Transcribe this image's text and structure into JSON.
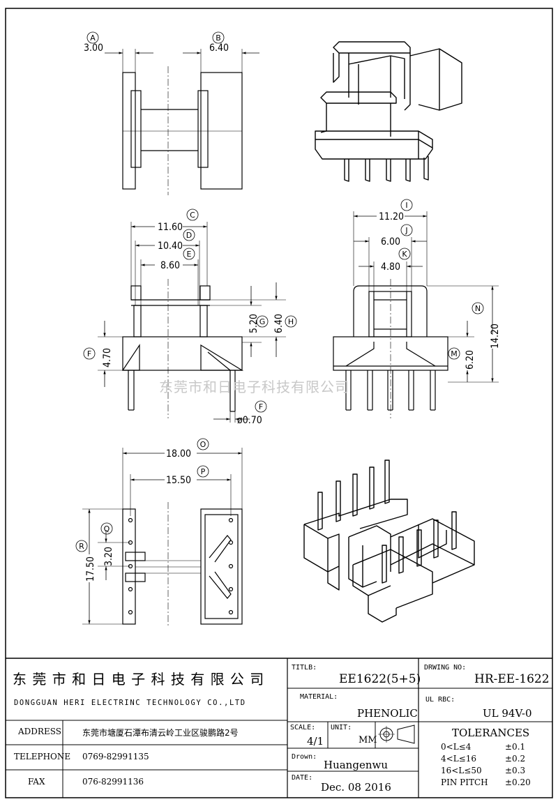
{
  "watermark": "东莞市和日电子科技有限公司",
  "top_view": {
    "dims": [
      {
        "label": "A",
        "value": "3.00"
      },
      {
        "label": "B",
        "value": "6.40"
      }
    ]
  },
  "front_view": {
    "dims": [
      {
        "label": "C",
        "value": "11.60"
      },
      {
        "label": "D",
        "value": "10.40"
      },
      {
        "label": "E",
        "value": "8.60"
      },
      {
        "label": "G",
        "value": "5.20"
      },
      {
        "label": "H",
        "value": "6.40"
      },
      {
        "label": "F",
        "value": "4.70"
      },
      {
        "label": "F",
        "value": "ø0.70"
      }
    ]
  },
  "side_view": {
    "dims": [
      {
        "label": "I",
        "value": "11.20"
      },
      {
        "label": "J",
        "value": "6.00"
      },
      {
        "label": "K",
        "value": "4.80"
      },
      {
        "label": "N",
        "value": "14.20"
      },
      {
        "label": "M",
        "value": "6.20"
      }
    ]
  },
  "bottom_view": {
    "dims": [
      {
        "label": "O",
        "value": "18.00"
      },
      {
        "label": "P",
        "value": "15.50"
      },
      {
        "label": "Q",
        "value": "3.20"
      },
      {
        "label": "R",
        "value": "17.50"
      }
    ]
  },
  "title_block": {
    "company_cn": "东 莞 市 和 日 电 子 科 技 有 限 公 司",
    "company_en": "DONGGUAN HERI ELECTRINC TECHNOLOGY CO.,LTD",
    "address_label": "ADDRESS",
    "address_value": "东莞市塘厦石潭布清云岭工业区骏鹏路2号",
    "telephone_label": "TELEPHONE",
    "telephone_value": "0769-82991135",
    "fax_label": "FAX",
    "fax_value": "076-82991136",
    "title_label": "TITLB:",
    "title_value": "EE1622(5+5)",
    "material_label": "MATERIAL:",
    "material_value": "PHENOLIC",
    "scale_label": "SCALE:",
    "scale_value": "4/1",
    "unit_label": "UNIT:",
    "unit_value": "MM",
    "drawn_label": "Drown:",
    "drawn_value": "Huangenwu",
    "date_label": "DATE:",
    "date_value": "Dec. 08 2016",
    "drawing_no_label": "DRWING NO:",
    "drawing_no_value": "HR-EE-1622",
    "ul_label": "UL  RBC:",
    "ul_value": "UL 94V-0",
    "tolerances_title": "TOLERANCES",
    "tolerances": [
      {
        "range": "0<L≤4",
        "tol": "±0.1"
      },
      {
        "range": "4<L≤16",
        "tol": "±0.2"
      },
      {
        "range": "16<L≤50",
        "tol": "±0.3"
      },
      {
        "range": "PIN PITCH",
        "tol": "±0.20"
      }
    ]
  }
}
